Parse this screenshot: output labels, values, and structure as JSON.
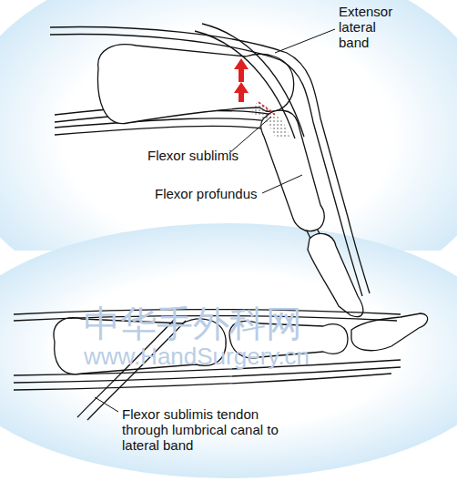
{
  "diagram": {
    "labels": [
      "Extensor lateral band",
      "Flexor sublimis",
      "Flexor profundus",
      "Flexor sublimis tendon through lumbrical canal to lateral band",
      "中华手外科网",
      "www.HandSurgery.cn"
    ]
  }
}
